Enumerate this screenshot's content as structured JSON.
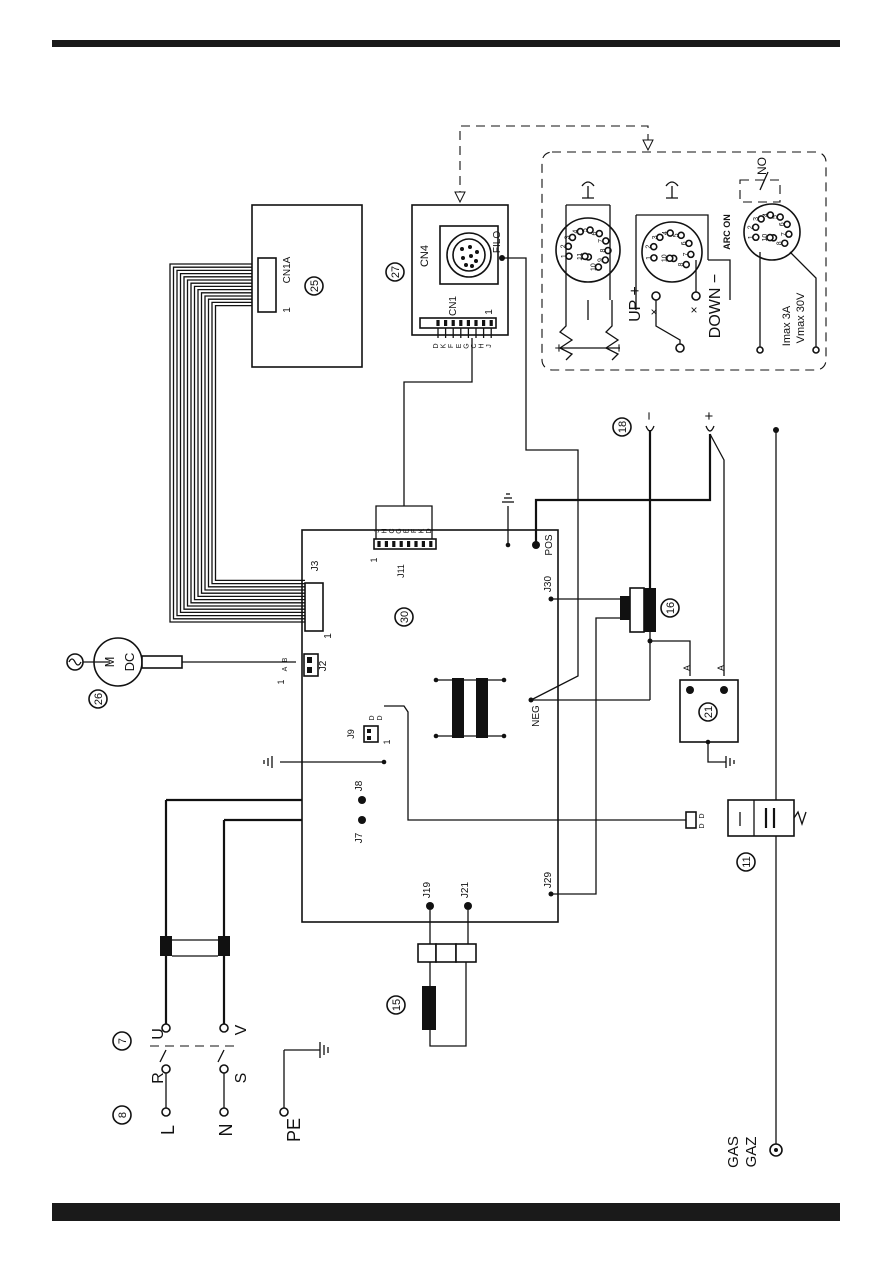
{
  "labels": {
    "mains": {
      "l": "L",
      "n": "N",
      "pe": "PE",
      "r": "R",
      "s": "S",
      "u": "U",
      "v": "V",
      "ref8": "8",
      "ref7": "7",
      "ref15": "15"
    },
    "board": {
      "ref": "30",
      "j2": "J2",
      "j3": "J3",
      "j3_pin": "1",
      "j2_pin": "1",
      "j9": "J9",
      "j9_pin": "1",
      "j7": "J7",
      "j8": "J8",
      "j11": "J11",
      "j11_pin": "1",
      "j19": "J19",
      "j21": "J21",
      "j29": "J29",
      "j30": "J30",
      "pos": "POS",
      "neg": "NEG"
    },
    "j11_pins": [
      "J",
      "H",
      "C",
      "G",
      "E",
      "F",
      "K",
      "D"
    ],
    "j2_pins": [
      "B",
      "A"
    ],
    "j9_pins": [
      "D",
      "D"
    ],
    "motor": {
      "m": "M",
      "dc": "DC",
      "ref": "26"
    },
    "cn1a_box": {
      "name": "CN1A",
      "pin": "1",
      "ref": "25"
    },
    "cn4_box": {
      "cn4": "CN4",
      "cn1": "CN1",
      "pin": "1",
      "filo": "FILO",
      "ref": "27"
    },
    "cn1_pins": [
      "D",
      "K",
      "F",
      "E",
      "G",
      "C",
      "H",
      "J"
    ],
    "output": {
      "ref18": "18",
      "minus": "−",
      "plus": "+",
      "ref16": "16",
      "ref21": "21",
      "a1": "A",
      "a2": "A"
    },
    "gas": {
      "ref": "11",
      "gas": "GAS",
      "gaz": "GAZ",
      "valve_pins": [
        "D",
        "D"
      ]
    },
    "torch": {
      "up": "UP +",
      "down": "DOWN −",
      "arc_on": "ARC ON",
      "no": "NO",
      "imax": "Imax  3A",
      "vmax": "Vmax  30V",
      "plus": "+",
      "minus": "−",
      "conn1_pins": [
        "1",
        "2",
        "3",
        "4",
        "5",
        "6",
        "7",
        "8",
        "9",
        "10",
        "12",
        "11"
      ],
      "conn2_pins": [
        "1",
        "2",
        "3",
        "4",
        "5",
        "6",
        "7",
        "8",
        "9",
        "10"
      ],
      "conn3_pins": [
        "1",
        "2",
        "3",
        "4",
        "5",
        "6",
        "7",
        "8",
        "9",
        "10"
      ]
    }
  }
}
